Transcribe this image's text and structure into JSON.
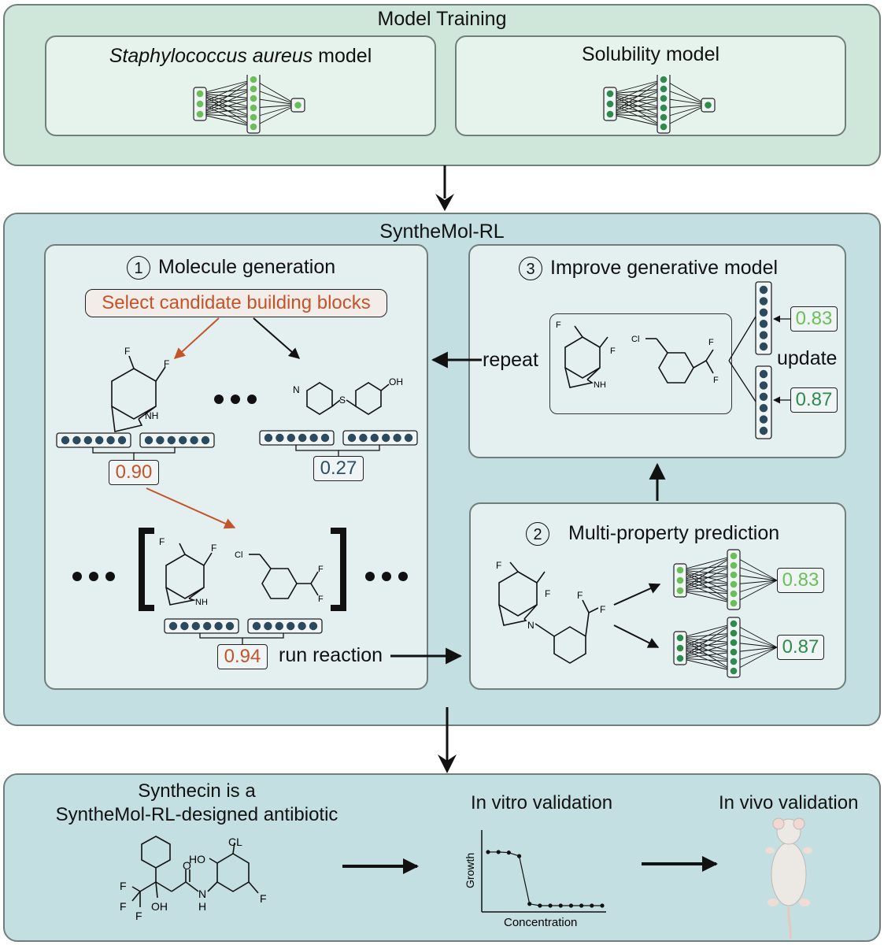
{
  "training": {
    "title": "Model Training",
    "staph_title_italic": "Staphylococcus aureus",
    "staph_title_rest": " model",
    "solubility_title": "Solubility model"
  },
  "synthemol": {
    "title": "SyntheMol-RL",
    "step1_num": "1",
    "step1_title": "Molecule generation",
    "select_label": "Select candidate building blocks",
    "score_a": "0.90",
    "score_b": "0.27",
    "score_c": "0.94",
    "run_reaction": "run reaction",
    "step2_num": "2",
    "step2_title": "Multi-property prediction",
    "pred_1": "0.83",
    "pred_2": "0.87",
    "step3_num": "3",
    "step3_title": "Improve generative model",
    "repeat": "repeat",
    "update": "update",
    "update_1": "0.83",
    "update_2": "0.87"
  },
  "atoms": {
    "F": "F",
    "NH": "NH",
    "N": "N",
    "S": "S",
    "OH": "OH",
    "Cl": "Cl",
    "HO": "HO",
    "O": "O",
    "H": "H",
    "CL": "CL"
  },
  "validation": {
    "synthecin_line1": "Synthecin is a",
    "synthecin_line2": "SyntheMol-RL-designed antibiotic",
    "in_vitro": "In vitro validation",
    "in_vivo": "In vivo validation",
    "plot_ylabel": "Growth",
    "plot_xlabel": "Concentration"
  },
  "colors": {
    "training_bg": "#cfe6da",
    "training_sub_bg": "#e6f2ec",
    "synth_bg": "#c3dfe1",
    "synth_sub_bg": "#e4eff0",
    "valid_bg": "#c3dfe1",
    "accent_orange": "#c4532a",
    "accent_blue": "#2f5060",
    "light_green": "#6abf5a",
    "dark_green": "#2e8b4e",
    "node_navy": "#2b4a5e"
  },
  "growth_curve": {
    "x": [
      1,
      2,
      3,
      4,
      5,
      6,
      7,
      8,
      9,
      10,
      11,
      12
    ],
    "y": [
      0.92,
      0.92,
      0.91,
      0.85,
      0.03,
      0.0,
      0.0,
      0.0,
      0.0,
      0.0,
      0.0,
      0.0
    ]
  }
}
